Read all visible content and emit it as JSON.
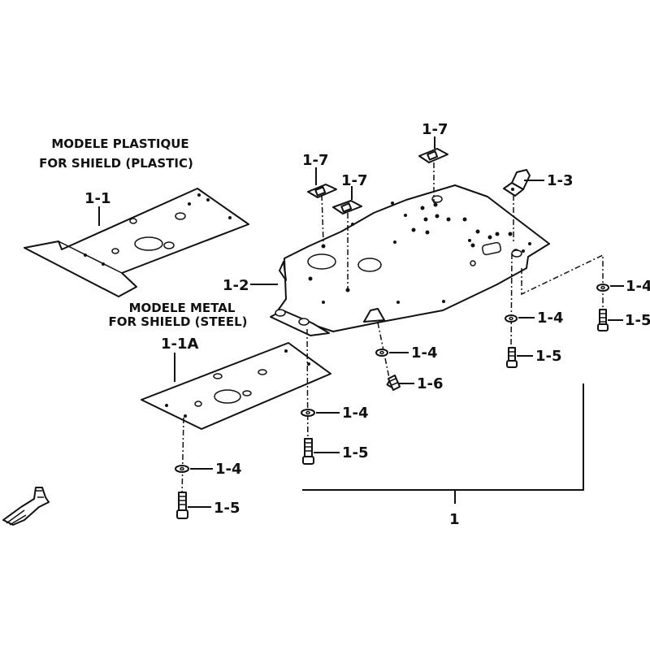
{
  "captions": {
    "plastic_line1": "MODELE PLASTIQUE",
    "plastic_line2": "FOR SHIELD (PLASTIC)",
    "metal_line1": "MODELE METAL",
    "metal_line2": "FOR SHIELD (STEEL)"
  },
  "callouts": {
    "p1_1": "1-1",
    "p1_1a": "1-1A",
    "p1_2": "1-2",
    "p1_3": "1-3",
    "p1_7a": "1-7",
    "p1_7b": "1-7",
    "p1_7c": "1-7",
    "p1_4_mid": "1-4",
    "p1_6": "1-6",
    "p1_4_r1": "1-4",
    "p1_5_r1": "1-5",
    "p1_4_r2": "1-4",
    "p1_5_r2": "1-5",
    "p1_4_c": "1-4",
    "p1_5_c": "1-5",
    "p1_4_l": "1-4",
    "p1_5_l": "1-5",
    "assembly": "1"
  },
  "icons": {
    "direction": "front-direction-arrow-icon"
  }
}
